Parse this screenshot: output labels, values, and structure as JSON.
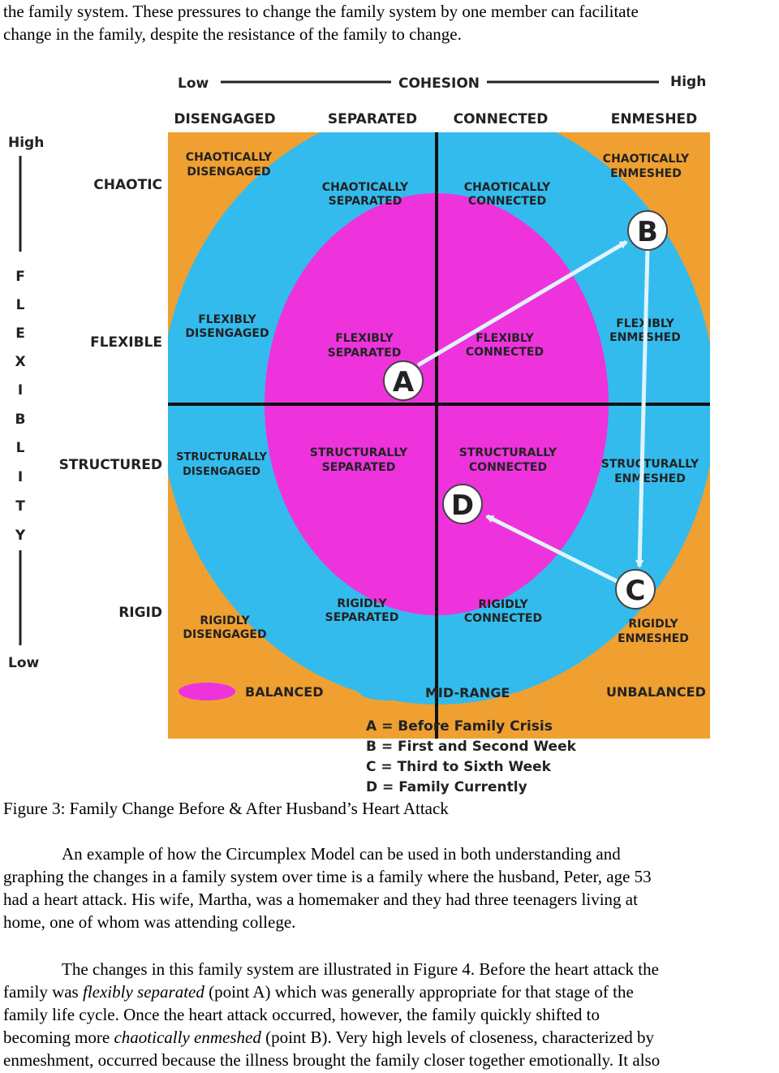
{
  "top_text": [
    "the family system.  These pressures to change the family system by one member can facilitate",
    "change in the family, despite the resistance of the family to change."
  ],
  "diagram": {
    "cohesion_axis": {
      "low": "Low",
      "title": "COHESION",
      "high": "High"
    },
    "cohesion_levels": [
      "DISENGAGED",
      "SEPARATED",
      "CONNECTED",
      "ENMESHED"
    ],
    "flexibility_axis": {
      "high": "High",
      "letters": [
        "F",
        "L",
        "E",
        "X",
        "I",
        "B",
        "L",
        "I",
        "T",
        "Y"
      ],
      "low": "Low"
    },
    "flexibility_levels": [
      "CHAOTIC",
      "FLEXIBLE",
      "STRUCTURED",
      "RIGID"
    ],
    "cells": [
      [
        "CHAOTICALLY",
        "DISENGAGED"
      ],
      [
        "CHAOTICALLY",
        "SEPARATED"
      ],
      [
        "CHAOTICALLY",
        "CONNECTED"
      ],
      [
        "CHAOTICALLY",
        "ENMESHED"
      ],
      [
        "FLEXIBLY",
        "DISENGAGED"
      ],
      [
        "FLEXIBLY",
        "SEPARATED"
      ],
      [
        "FLEXIBLY",
        "CONNECTED"
      ],
      [
        "FLEXIBLY",
        "ENMESHED"
      ],
      [
        "STRUCTURALLY",
        "DISENGAGED"
      ],
      [
        "STRUCTURALLY",
        "SEPARATED"
      ],
      [
        "STRUCTURALLY",
        "CONNECTED"
      ],
      [
        "STRUCTURALLY",
        "ENMESHED"
      ],
      [
        "RIGIDLY",
        "DISENGAGED"
      ],
      [
        "RIGIDLY",
        "SEPARATED"
      ],
      [
        "RIGIDLY",
        "CONNECTED"
      ],
      [
        "RIGIDLY",
        "ENMESHED"
      ]
    ],
    "points": [
      "A",
      "B",
      "C",
      "D"
    ],
    "legend": [
      "BALANCED",
      "MID-RANGE",
      "UNBALANCED"
    ],
    "key": [
      "A = Before Family Crisis",
      "B = First and Second Week",
      "C = Third to Sixth Week",
      "D = Family Currently"
    ],
    "colors": {
      "balanced": "#ee33dd",
      "mid_range": "#33bbee",
      "unbalanced": "#f0a030",
      "line": "#111111"
    }
  },
  "caption": "Figure 3: Family Change Before & After Husband’s Heart Attack",
  "paragraph1": [
    "An example of how the Circumplex Model can be used in both understanding and",
    "graphing the changes in a family system over time is a family where the husband, Peter, age 53",
    "had a heart attack.  His wife, Martha, was a homemaker and they had three teenagers living at",
    "home, one of whom was attending college."
  ],
  "paragraph2": {
    "line1": "The changes in this family system are illustrated in Figure 4. Before the heart attack the",
    "line2_pre": "family was ",
    "line2_em": "flexibly separated",
    "line2_post": " (point A) which was generally appropriate for that stage of the",
    "line3": "family life cycle.  Once the heart attack occurred, however, the family quickly shifted to",
    "line4_pre": "becoming more ",
    "line4_em": "chaotically enmeshed",
    "line4_post": " (point B).  Very high levels of closeness, characterized by",
    "line5": "enmeshment, occurred because the illness brought the family closer together emotionally.  It also"
  }
}
